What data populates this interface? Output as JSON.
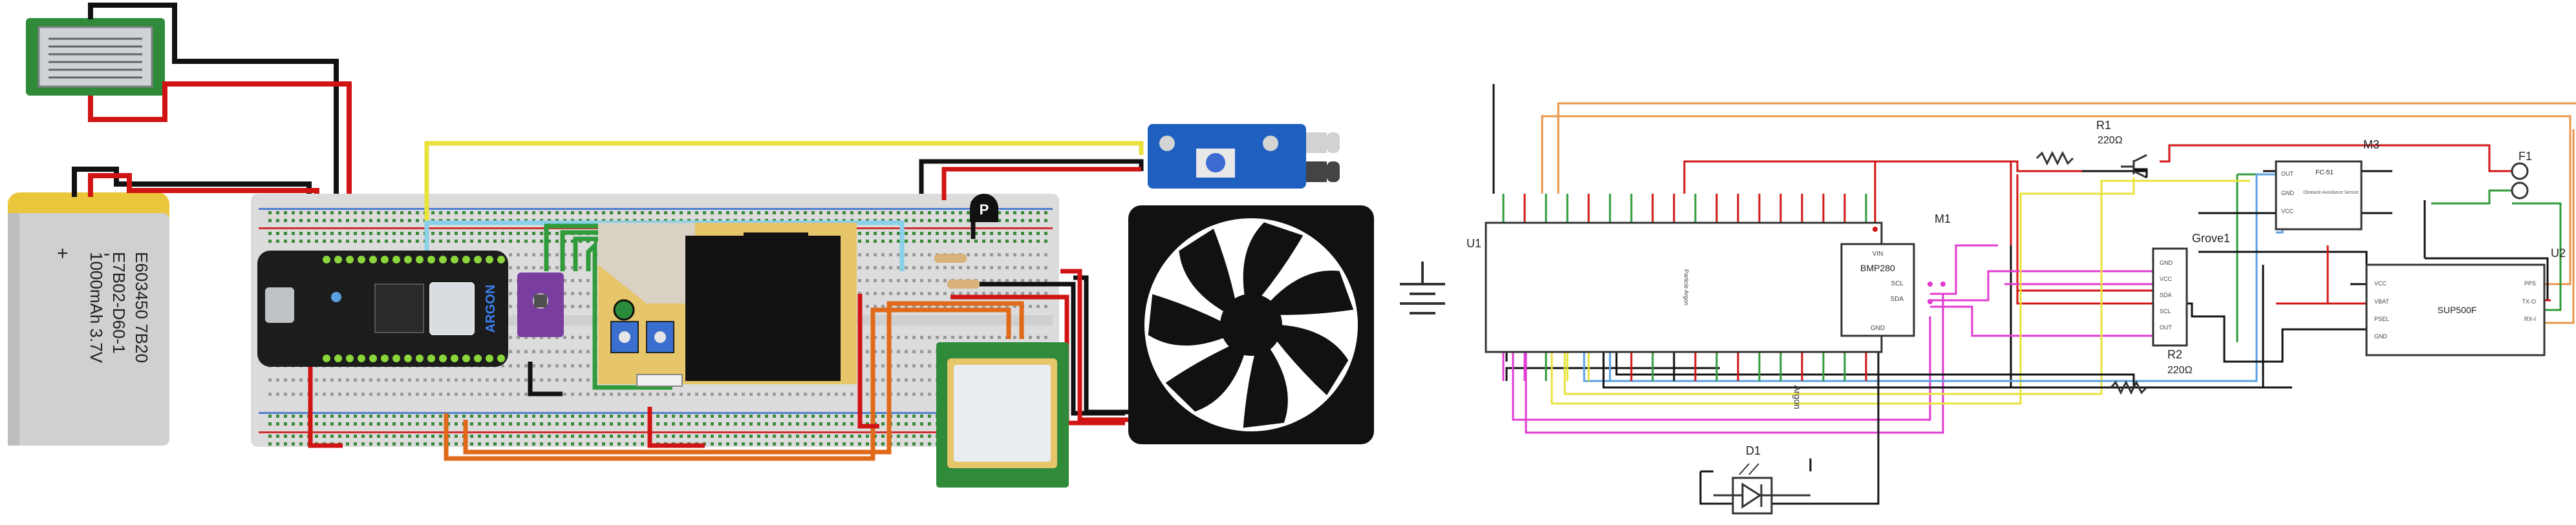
{
  "breadboard_view": {
    "battery": {
      "line1": "E603450 7B20",
      "line2": "E7B02-D60-1",
      "line3": "1000mAh 3.7V",
      "plus": "+",
      "minus": "-"
    },
    "mcu_label": "ARGON",
    "sensor_chip_label": "P"
  },
  "schematic": {
    "battery_label": "",
    "u1": {
      "ref": "U1",
      "part": "Particle Argon",
      "pin_caption": "Argon"
    },
    "m1": {
      "ref": "M1",
      "part": "BMP280",
      "pins": [
        "VIN",
        "SCL",
        "SDA",
        "GND"
      ]
    },
    "grove": {
      "ref": "Grove1",
      "pins": [
        "GND",
        "VCC",
        "SDA",
        "SCL",
        "OUT"
      ]
    },
    "r1": {
      "ref": "R1",
      "value": "220Ω"
    },
    "r2": {
      "ref": "R2",
      "value": "220Ω"
    },
    "m3": {
      "ref": "M3",
      "part": "FC-51",
      "sub": "Obstacle Avoidance Sensor",
      "pins": [
        "OUT",
        "GND",
        "VCC"
      ]
    },
    "f1": {
      "ref": "F1"
    },
    "u2": {
      "ref": "U2",
      "part": "SUP500F",
      "left_pins": [
        "VCC",
        "VBAT",
        "PSEL",
        "GND"
      ],
      "right_pins": [
        "PPS",
        "TX-O",
        "RX-I"
      ]
    },
    "d1": {
      "ref": "D1"
    }
  }
}
